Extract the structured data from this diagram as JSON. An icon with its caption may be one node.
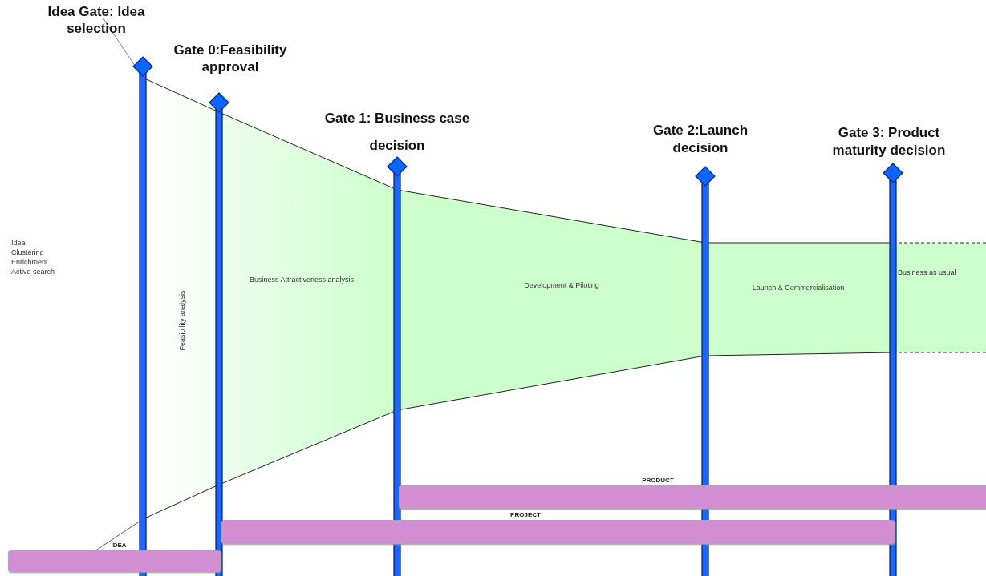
{
  "diagram": {
    "nodes": [
      {
        "text": [
          "Idea Gate: Idea selection"
        ]
      },
      {
        "text": [
          "Gate 0:Feasibility approval"
        ]
      },
      {
        "text": [
          "Gate 1: Business case decision"
        ]
      },
      {
        "text": [
          "Gate 2:Launch decision"
        ]
      },
      {
        "text": [
          "Gate 3: Product maturity decision"
        ]
      },
      {
        "text": [
          "Feasibility analysis"
        ]
      },
      {
        "text": [
          "Business Attractiveness analysis"
        ]
      },
      {
        "text": [
          "Development & Piloting"
        ]
      },
      {
        "text": [
          "Launch & Commercialisation"
        ]
      },
      {
        "text": [
          "Business as usual"
        ]
      },
      {
        "text": [
          "IDEA"
        ]
      },
      {
        "text": [
          "PROJECT"
        ]
      },
      {
        "text": [
          "PRODUCT"
        ]
      }
    ],
    "labels": [
      "Idea",
      "Clustering",
      "Enrichment",
      "Active search"
    ]
  }
}
